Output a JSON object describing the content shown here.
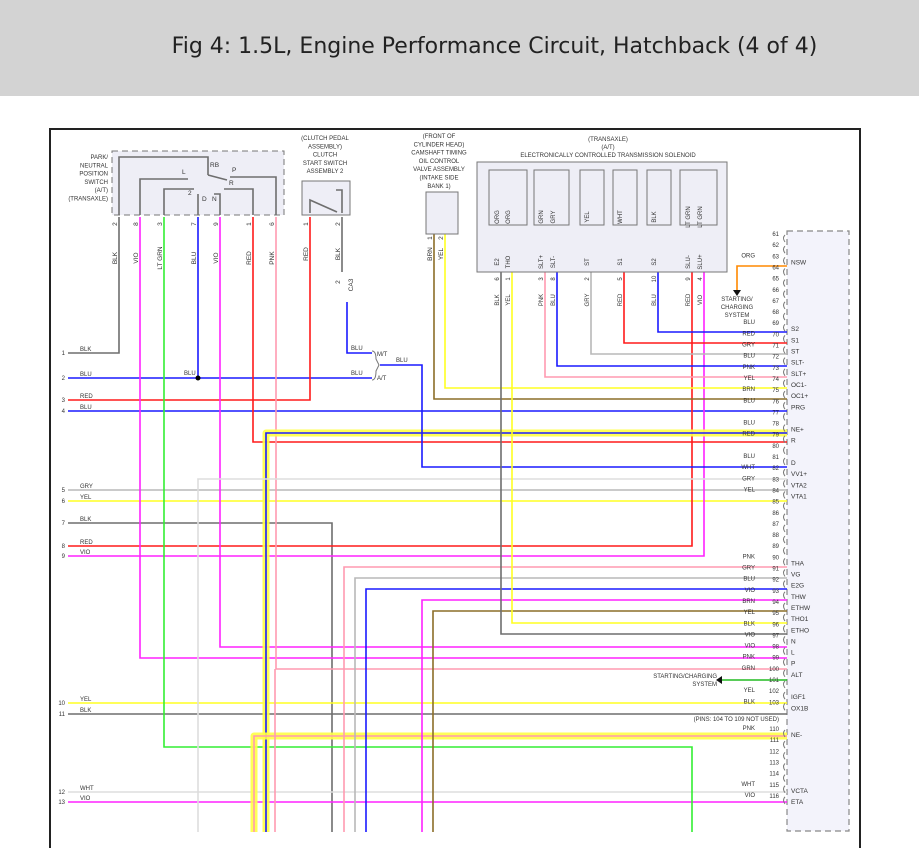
{
  "header": {
    "title": "Fig 4: 1.5L, Engine Performance Circuit, Hatchback (4 of 4)"
  },
  "components": {
    "pn_switch": {
      "lines": [
        "PARK/",
        "NEUTRAL",
        "POSITION",
        "SWITCH",
        "(A/T)",
        "(TRANSAXLE)"
      ],
      "contacts": [
        "RB",
        "L",
        "P",
        "R",
        "2",
        "D",
        "N"
      ]
    },
    "clutch_switch": {
      "lines": [
        "(CLUTCH PEDAL",
        "ASSEMBLY)",
        "CLUTCH",
        "START SWITCH",
        "ASSEMBLY 2"
      ]
    },
    "ocv": {
      "lines": [
        "(FRONT OF",
        "CYLINDER HEAD)",
        "CAMSHAFT TIMING",
        "OIL CONTROL",
        "VALVE ASSEMBLY",
        "(INTAKE SIDE",
        "BANK 1)"
      ]
    },
    "ect_solenoid": {
      "lines": [
        "(TRANSAXLE)",
        "(A/T)",
        "ELECTRONICALLY CONTROLLED TRANSMISSION SOLENOID"
      ]
    },
    "starting_charging_1": [
      "STARTING/",
      "CHARGING",
      "SYSTEM"
    ],
    "starting_charging_2": [
      "STARTING/CHARGING",
      "SYSTEM"
    ],
    "pins_not_used": "(PINS: 104 TO 109 NOT USED)",
    "cag_connector": "CA3",
    "mt_label": "M/T",
    "at_label": "A/T"
  },
  "pn_switch_pins": [
    {
      "pin": "2",
      "color": "BLK"
    },
    {
      "pin": "8",
      "color": "VIO"
    },
    {
      "pin": "3",
      "color": "LT GRN"
    },
    {
      "pin": "7",
      "color": "BLU"
    },
    {
      "pin": "9",
      "color": "VIO"
    },
    {
      "pin": "1",
      "color": "RED"
    },
    {
      "pin": "6",
      "color": "PNK"
    }
  ],
  "clutch_pins": [
    {
      "pin": "1",
      "color": "RED"
    },
    {
      "pin": "2",
      "color": "BLK"
    },
    {
      "pin": "2",
      "color": "BLU"
    }
  ],
  "ocv_pins": [
    {
      "pin": "1",
      "color": "BRN"
    },
    {
      "pin": "2",
      "color": "YEL"
    }
  ],
  "solenoid_internal": [
    {
      "color": "ORG",
      "sig": "E2"
    },
    {
      "color": "ORG",
      "sig": "THO"
    },
    {
      "color": "GRN",
      "sig": "SLT+"
    },
    {
      "color": "GRY",
      "sig": "SLT-"
    },
    {
      "color": "YEL",
      "sig": "ST"
    },
    {
      "color": "WHT",
      "sig": "S1"
    },
    {
      "color": "BLK",
      "sig": "S2"
    },
    {
      "color": "LT GRN",
      "sig": "SLU-"
    },
    {
      "color": "LT GRN",
      "sig": "SLU+"
    }
  ],
  "solenoid_pins": [
    {
      "pin": "6",
      "color": "BLK"
    },
    {
      "pin": "1",
      "color": "YEL"
    },
    {
      "pin": "3",
      "color": "PNK"
    },
    {
      "pin": "8",
      "color": "BLU"
    },
    {
      "pin": "2",
      "color": "GRY"
    },
    {
      "pin": "5",
      "color": "RED"
    },
    {
      "pin": "10",
      "color": "BLU"
    },
    {
      "pin": "9",
      "color": "RED"
    },
    {
      "pin": "4",
      "color": "VIO"
    }
  ],
  "left_connector": [
    {
      "pin": "1",
      "color": "BLK"
    },
    {
      "pin": "2",
      "color": "BLU"
    },
    {
      "pin": "3",
      "color": "RED"
    },
    {
      "pin": "4",
      "color": "BLU"
    },
    {
      "pin": "5",
      "color": "GRY"
    },
    {
      "pin": "6",
      "color": "YEL"
    },
    {
      "pin": "7",
      "color": "BLK"
    },
    {
      "pin": "8",
      "color": "RED"
    },
    {
      "pin": "9",
      "color": "VIO"
    },
    {
      "pin": "10",
      "color": "YEL"
    },
    {
      "pin": "11",
      "color": "BLK"
    },
    {
      "pin": "12",
      "color": "WHT"
    },
    {
      "pin": "13",
      "color": "VIO"
    }
  ],
  "splice_labels": {
    "blu_mid": "BLU",
    "blu_mt": "BLU",
    "blu_at": "BLU",
    "blu_out": "BLU"
  },
  "ecm_pins": [
    {
      "pin": "61",
      "color": "",
      "sig": ""
    },
    {
      "pin": "62",
      "color": "",
      "sig": ""
    },
    {
      "pin": "63",
      "color": "ORG",
      "sig": "NSW"
    },
    {
      "pin": "64",
      "color": "",
      "sig": ""
    },
    {
      "pin": "65",
      "color": "",
      "sig": ""
    },
    {
      "pin": "66",
      "color": "",
      "sig": ""
    },
    {
      "pin": "67",
      "color": "",
      "sig": ""
    },
    {
      "pin": "68",
      "color": "",
      "sig": ""
    },
    {
      "pin": "69",
      "color": "BLU",
      "sig": "S2"
    },
    {
      "pin": "70",
      "color": "RED",
      "sig": "S1"
    },
    {
      "pin": "71",
      "color": "GRY",
      "sig": "ST"
    },
    {
      "pin": "72",
      "color": "BLU",
      "sig": "SLT-"
    },
    {
      "pin": "73",
      "color": "PNK",
      "sig": "SLT+"
    },
    {
      "pin": "74",
      "color": "YEL",
      "sig": "OC1-"
    },
    {
      "pin": "75",
      "color": "BRN",
      "sig": "OC1+"
    },
    {
      "pin": "76",
      "color": "BLU",
      "sig": "PRG"
    },
    {
      "pin": "77",
      "color": "",
      "sig": ""
    },
    {
      "pin": "78",
      "color": "BLU",
      "sig": "NE+"
    },
    {
      "pin": "79",
      "color": "RED",
      "sig": "R"
    },
    {
      "pin": "80",
      "color": "",
      "sig": ""
    },
    {
      "pin": "81",
      "color": "BLU",
      "sig": "D"
    },
    {
      "pin": "82",
      "color": "WHT",
      "sig": "VV1+"
    },
    {
      "pin": "83",
      "color": "GRY",
      "sig": "VTA2"
    },
    {
      "pin": "84",
      "color": "YEL",
      "sig": "VTA1"
    },
    {
      "pin": "85",
      "color": "",
      "sig": ""
    },
    {
      "pin": "86",
      "color": "",
      "sig": ""
    },
    {
      "pin": "87",
      "color": "",
      "sig": ""
    },
    {
      "pin": "88",
      "color": "",
      "sig": ""
    },
    {
      "pin": "89",
      "color": "",
      "sig": ""
    },
    {
      "pin": "90",
      "color": "PNK",
      "sig": "THA"
    },
    {
      "pin": "91",
      "color": "GRY",
      "sig": "VG"
    },
    {
      "pin": "92",
      "color": "BLU",
      "sig": "E2G"
    },
    {
      "pin": "93",
      "color": "VIO",
      "sig": "THW"
    },
    {
      "pin": "94",
      "color": "BRN",
      "sig": "ETHW"
    },
    {
      "pin": "95",
      "color": "YEL",
      "sig": "THO1"
    },
    {
      "pin": "96",
      "color": "BLK",
      "sig": "ETHO"
    },
    {
      "pin": "97",
      "color": "VIO",
      "sig": "N"
    },
    {
      "pin": "98",
      "color": "VIO",
      "sig": "L"
    },
    {
      "pin": "99",
      "color": "PNK",
      "sig": "P"
    },
    {
      "pin": "100",
      "color": "GRN",
      "sig": "ALT"
    },
    {
      "pin": "101",
      "color": "",
      "sig": ""
    },
    {
      "pin": "102",
      "color": "YEL",
      "sig": "IGF1"
    },
    {
      "pin": "103",
      "color": "BLK",
      "sig": "OX1B"
    },
    {
      "pin": "110",
      "color": "PNK",
      "sig": "NE-"
    },
    {
      "pin": "111",
      "color": "",
      "sig": ""
    },
    {
      "pin": "112",
      "color": "",
      "sig": ""
    },
    {
      "pin": "113",
      "color": "",
      "sig": ""
    },
    {
      "pin": "114",
      "color": "",
      "sig": ""
    },
    {
      "pin": "115",
      "color": "WHT",
      "sig": "VCTA"
    },
    {
      "pin": "116",
      "color": "VIO",
      "sig": "ETA"
    }
  ],
  "wire_colors": {
    "BLK": "#6e6e6e",
    "BLU": "#1a1aff",
    "RED": "#ff1a1a",
    "GRY": "#b8b8b8",
    "YEL": "#ffff22",
    "VIO": "#ff22ff",
    "PNK": "#ff9ab0",
    "BRN": "#8c6e28",
    "WHT": "#dddddd",
    "GRN": "#22bb22",
    "LT GRN": "#33ee33",
    "ORG": "#ff8800"
  }
}
